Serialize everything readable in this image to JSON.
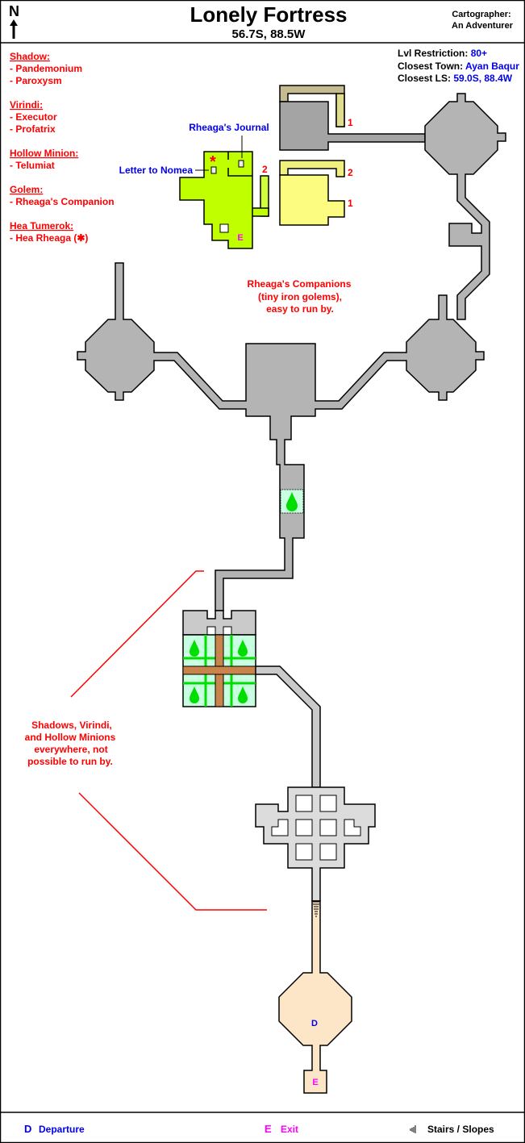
{
  "header": {
    "compass": "N",
    "title": "Lonely Fortress",
    "coords": "56.7S, 88.5W",
    "cartographer_label": "Cartographer:",
    "cartographer": "An Adventurer"
  },
  "info": {
    "lvl_label": "Lvl Restriction:",
    "lvl_value": "80+",
    "town_label": "Closest Town:",
    "town_value": "Ayan Baqur",
    "ls_label": "Closest LS:",
    "ls_value": "59.0S, 88.4W"
  },
  "creatures": [
    {
      "group": "Shadow:",
      "members": [
        "- Pandemonium",
        "- Paroxysm"
      ]
    },
    {
      "group": "Virindi:",
      "members": [
        "- Executor",
        "- Profatrix"
      ]
    },
    {
      "group": "Hollow Minion:",
      "members": [
        "- Telumiat"
      ]
    },
    {
      "group": "Golem:",
      "members": [
        "- Rheaga's Companion"
      ]
    },
    {
      "group": "Hea Tumerok:",
      "members": [
        "- Hea Rheaga (✱)"
      ]
    }
  ],
  "map": {
    "journal_label": "Rheaga's Journal",
    "letter_label": "Letter to Nomea",
    "boss_marker": "*",
    "stair_links": [
      "1",
      "2",
      "2",
      "1"
    ],
    "exit_marker": "E",
    "departure_marker": "D",
    "companions_note": [
      "Rheaga's Companions",
      "(tiny iron golems),",
      "easy to run by."
    ],
    "danger_note": [
      "Shadows, Virindi,",
      "and Hollow Minions",
      "everywhere, not",
      "possible to run by."
    ]
  },
  "legend": {
    "departure_key": "D",
    "departure_label": "Departure",
    "exit_key": "E",
    "exit_label": "Exit",
    "stairs_label": "Stairs / Slopes"
  },
  "colors": {
    "annotation": "#ff0000",
    "link": "#0000ee",
    "exit": "#ff00ff",
    "boss_room": "#c0ff00"
  }
}
